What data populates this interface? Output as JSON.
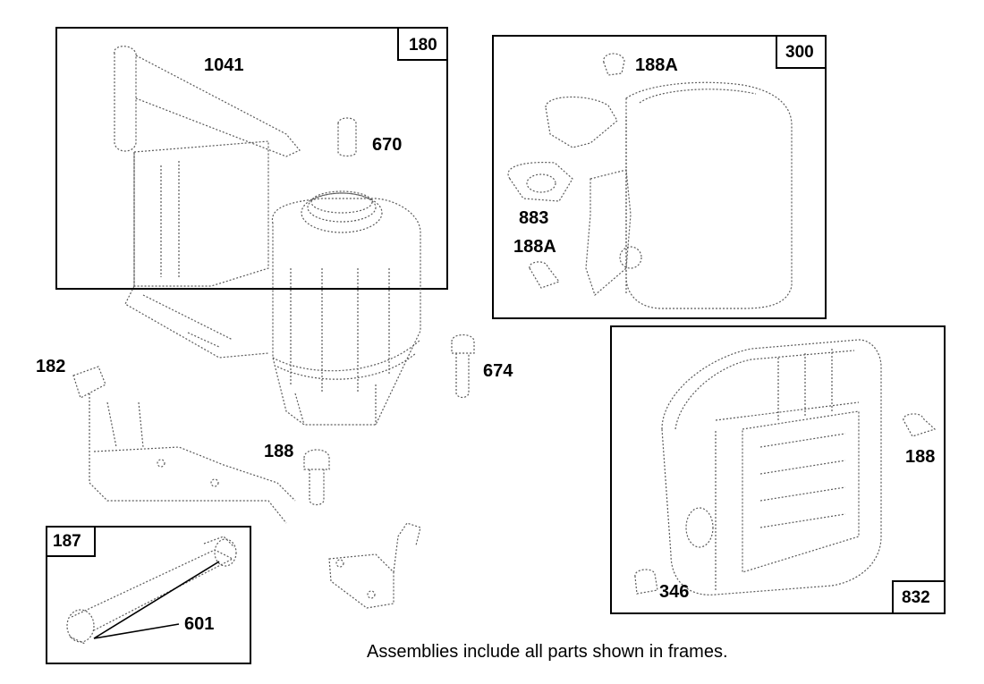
{
  "frames": {
    "f180": "180",
    "f300": "300",
    "f832": "832",
    "f187": "187"
  },
  "labels": {
    "p1041": "1041",
    "p670": "670",
    "p188a_top": "188A",
    "p883": "883",
    "p188a_mid": "188A",
    "p182": "182",
    "p674": "674",
    "p188_left": "188",
    "p188_right": "188",
    "p346": "346",
    "p601": "601"
  },
  "caption": "Assemblies include all parts shown in frames."
}
